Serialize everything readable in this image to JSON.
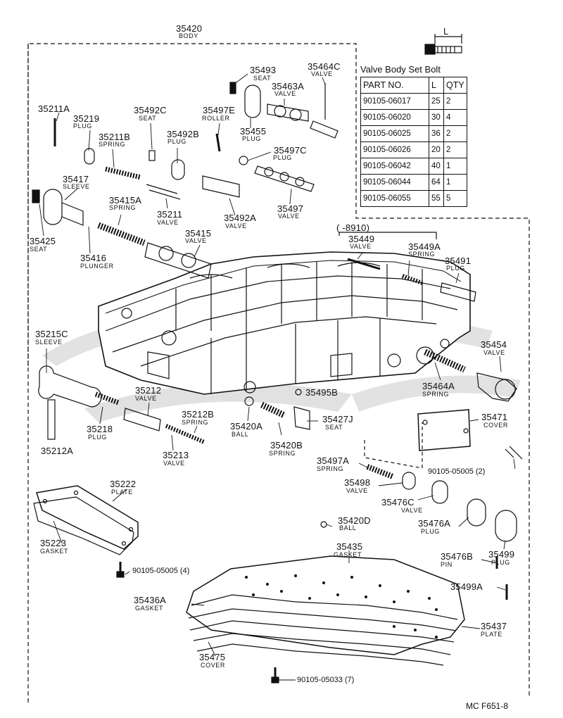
{
  "body": {
    "number": "35420",
    "name": "BODY"
  },
  "bolt_table": {
    "title": "Valve Body Set Bolt",
    "length_symbol": "L",
    "headers": [
      "PART NO.",
      "L",
      "QTY"
    ],
    "rows": [
      {
        "part": "90105-06017",
        "l": "25",
        "qty": "2"
      },
      {
        "part": "90105-06020",
        "l": "30",
        "qty": "4"
      },
      {
        "part": "90105-06025",
        "l": "36",
        "qty": "2"
      },
      {
        "part": "90105-06026",
        "l": "20",
        "qty": "2"
      },
      {
        "part": "90105-06042",
        "l": "40",
        "qty": "1"
      },
      {
        "part": "90105-06044",
        "l": "64",
        "qty": "1"
      },
      {
        "part": "90105-06055",
        "l": "55",
        "qty": "5"
      }
    ]
  },
  "range": "(      -8910)",
  "parts": [
    {
      "id": "35493",
      "name": "SEAT"
    },
    {
      "id": "35464C",
      "name": "VALVE"
    },
    {
      "id": "35463A",
      "name": "VALVE"
    },
    {
      "id": "35211A",
      "name": ""
    },
    {
      "id": "35219",
      "name": "PLUG"
    },
    {
      "id": "35492C",
      "name": "SEAT"
    },
    {
      "id": "35497E",
      "name": "ROLLER"
    },
    {
      "id": "35455",
      "name": "PLUG"
    },
    {
      "id": "35211B",
      "name": "SPRING"
    },
    {
      "id": "35492B",
      "name": "PLUG"
    },
    {
      "id": "35497C",
      "name": "PLUG"
    },
    {
      "id": "35417",
      "name": "SLEEVE"
    },
    {
      "id": "35415A",
      "name": "SPRING"
    },
    {
      "id": "35211",
      "name": "VALVE"
    },
    {
      "id": "35492A",
      "name": "VALVE"
    },
    {
      "id": "35497",
      "name": "VALVE"
    },
    {
      "id": "35425",
      "name": "SEAT"
    },
    {
      "id": "35416",
      "name": "PLUNGER"
    },
    {
      "id": "35415",
      "name": "VALVE"
    },
    {
      "id": "35449",
      "name": "VALVE"
    },
    {
      "id": "35449A",
      "name": "SPRING"
    },
    {
      "id": "35491",
      "name": "PLUG"
    },
    {
      "id": "35215C",
      "name": "SLEEVE"
    },
    {
      "id": "35454",
      "name": "VALVE"
    },
    {
      "id": "35464A",
      "name": "SPRING"
    },
    {
      "id": "35495B",
      "name": ""
    },
    {
      "id": "35212",
      "name": "VALVE"
    },
    {
      "id": "35212B",
      "name": "SPRING"
    },
    {
      "id": "35218",
      "name": "PLUG"
    },
    {
      "id": "35420A",
      "name": "BALL"
    },
    {
      "id": "35427J",
      "name": "SEAT"
    },
    {
      "id": "35471",
      "name": "COVER"
    },
    {
      "id": "35212A",
      "name": ""
    },
    {
      "id": "35213",
      "name": "VALVE"
    },
    {
      "id": "35420B",
      "name": "SPRING"
    },
    {
      "id": "35497A",
      "name": "SPRING"
    },
    {
      "id": "35498",
      "name": "VALVE"
    },
    {
      "id": "35222",
      "name": "PLATE"
    },
    {
      "id": "35476C",
      "name": "VALVE"
    },
    {
      "id": "35223",
      "name": "GASKET"
    },
    {
      "id": "35420D",
      "name": "BALL"
    },
    {
      "id": "35476A",
      "name": "PLUG"
    },
    {
      "id": "35499",
      "name": "PLUG"
    },
    {
      "id": "35435",
      "name": "GASKET"
    },
    {
      "id": "35476B",
      "name": "PIN"
    },
    {
      "id": "35499A",
      "name": ""
    },
    {
      "id": "35436A",
      "name": "GASKET"
    },
    {
      "id": "35437",
      "name": "PLATE"
    },
    {
      "id": "35475",
      "name": "COVER"
    }
  ],
  "bolts": [
    {
      "label": "90105-05005 (2)"
    },
    {
      "label": "90105-05005 (4)"
    },
    {
      "label": "90105-05033 (7)"
    }
  ],
  "diagram_code": "MC F651-8"
}
